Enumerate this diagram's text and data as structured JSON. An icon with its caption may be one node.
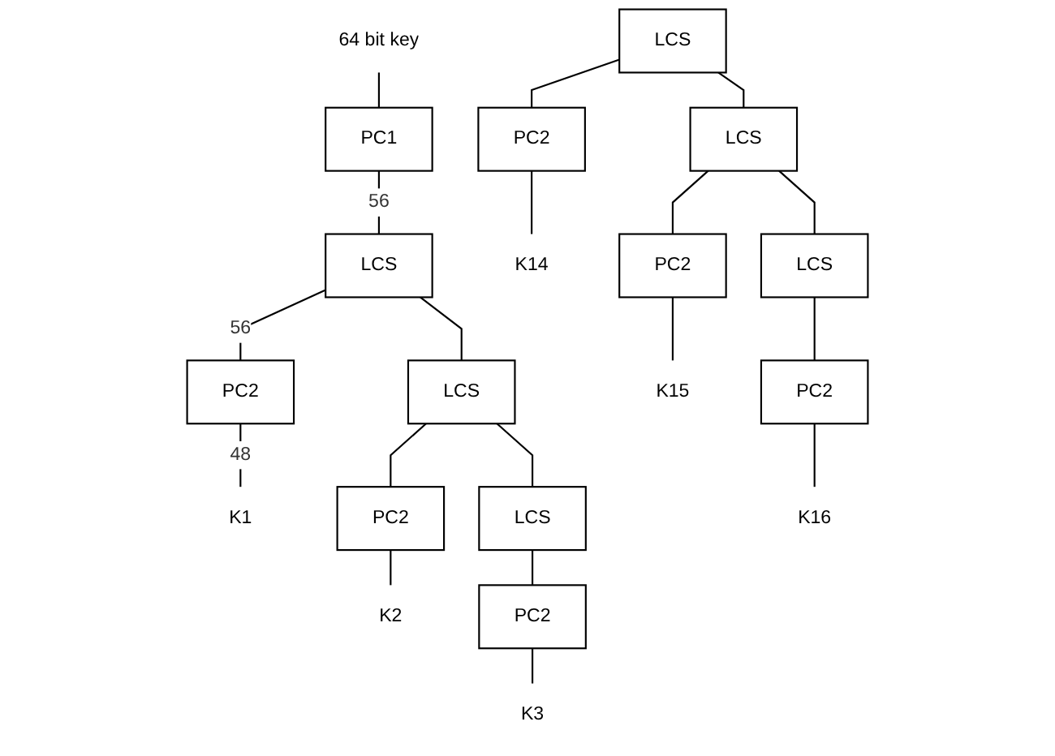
{
  "diagram": {
    "nodes": [
      {
        "text": [
          "64 bit key"
        ]
      },
      {
        "text": [
          "PC1"
        ]
      },
      {
        "text": [
          "LCS"
        ]
      },
      {
        "text": [
          "PC2"
        ]
      },
      {
        "text": [
          "K1"
        ]
      },
      {
        "text": [
          "LCS"
        ]
      },
      {
        "text": [
          "PC2"
        ]
      },
      {
        "text": [
          "K2"
        ]
      },
      {
        "text": [
          "LCS"
        ]
      },
      {
        "text": [
          "PC2"
        ]
      },
      {
        "text": [
          "K3"
        ]
      },
      {
        "text": [
          "LCS"
        ]
      },
      {
        "text": [
          "PC2"
        ]
      },
      {
        "text": [
          "K14"
        ]
      },
      {
        "text": [
          "LCS"
        ]
      },
      {
        "text": [
          "PC2"
        ]
      },
      {
        "text": [
          "K15"
        ]
      },
      {
        "text": [
          "LCS"
        ]
      },
      {
        "text": [
          "PC2"
        ]
      },
      {
        "text": [
          "K16"
        ]
      }
    ],
    "edges": [
      {
        "from": 0,
        "to": 1,
        "arrow": "none"
      },
      {
        "from": 1,
        "to": 2,
        "arrow": "none",
        "label": "56"
      },
      {
        "from": 2,
        "to": 3,
        "arrow": "none",
        "label": "56"
      },
      {
        "from": 3,
        "to": 4,
        "arrow": "none",
        "label": "48"
      },
      {
        "from": 2,
        "to": 5,
        "arrow": "none"
      },
      {
        "from": 5,
        "to": 6,
        "arrow": "none"
      },
      {
        "from": 6,
        "to": 7,
        "arrow": "none"
      },
      {
        "from": 5,
        "to": 8,
        "arrow": "none"
      },
      {
        "from": 8,
        "to": 9,
        "arrow": "none"
      },
      {
        "from": 9,
        "to": 10,
        "arrow": "none"
      },
      {
        "from": 11,
        "to": 12,
        "arrow": "none"
      },
      {
        "from": 12,
        "to": 13,
        "arrow": "none"
      },
      {
        "from": 11,
        "to": 14,
        "arrow": "none"
      },
      {
        "from": 14,
        "to": 15,
        "arrow": "none"
      },
      {
        "from": 15,
        "to": 16,
        "arrow": "none"
      },
      {
        "from": 14,
        "to": 17,
        "arrow": "none"
      },
      {
        "from": 17,
        "to": 18,
        "arrow": "none"
      },
      {
        "from": 18,
        "to": 19,
        "arrow": "none"
      }
    ]
  }
}
